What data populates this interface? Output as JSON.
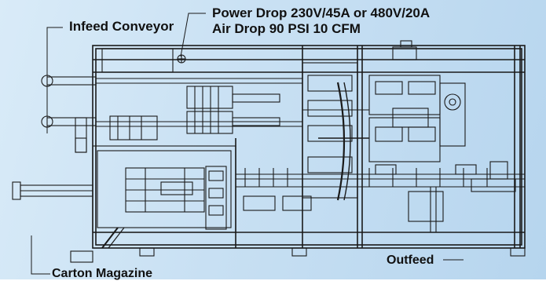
{
  "labels": {
    "infeed": "Infeed Conveyor",
    "power": "Power Drop 230V/45A or 480V/20A",
    "air": "Air Drop 90 PSI 10 CFM",
    "outfeed": "Outfeed",
    "carton": "Carton Magazine"
  },
  "colors": {
    "background": "#c8e0f3",
    "line": "#1a1a1a",
    "text": "#111111"
  }
}
